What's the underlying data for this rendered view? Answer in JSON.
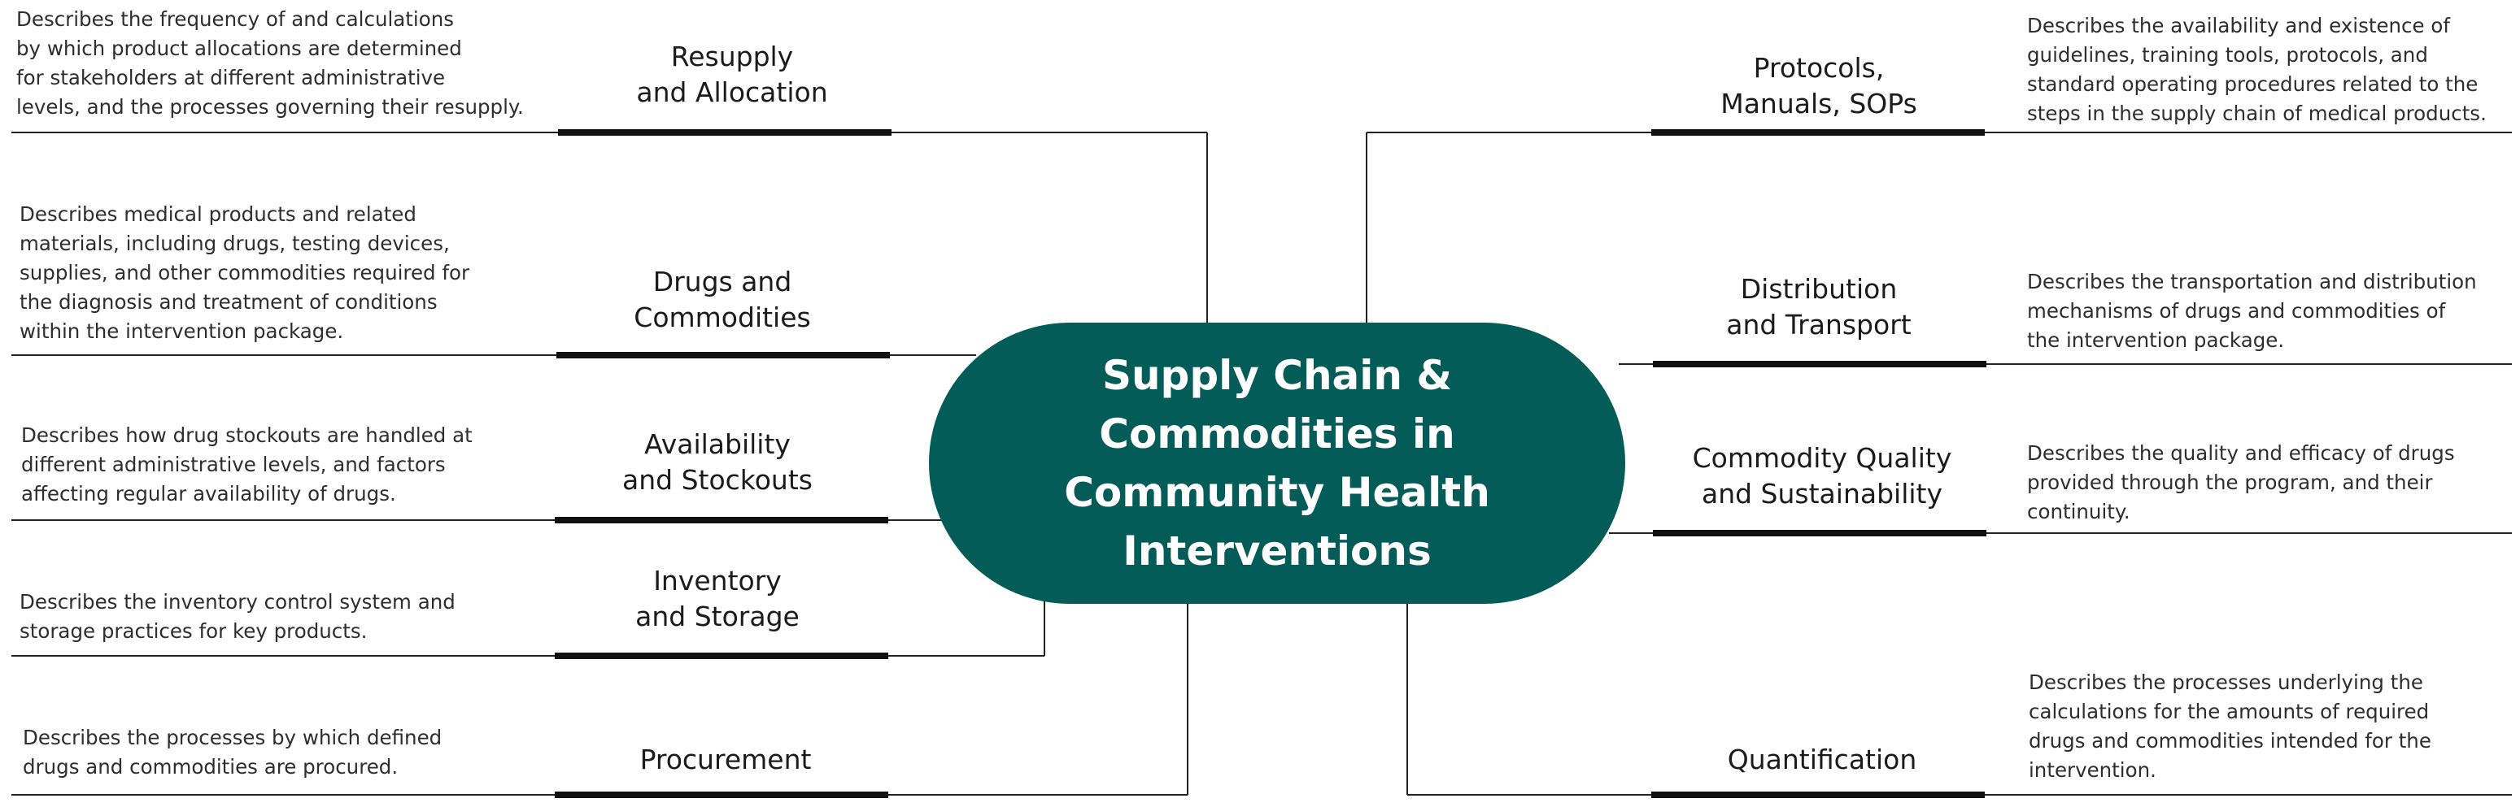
{
  "hub": {
    "title": "Supply Chain &\nCommodities in\nCommunity Health\nInterventions"
  },
  "left_items": [
    {
      "label": "Resupply\nand Allocation",
      "description": "Describes the frequency of and calculations\nby which product allocations are determined\nfor stakeholders at different administrative\nlevels, and the processes governing their resupply."
    },
    {
      "label": "Drugs and\nCommodities",
      "description": "Describes medical products and related\nmaterials, including drugs, testing devices,\nsupplies, and other commodities required for\nthe diagnosis and treatment of conditions\nwithin the intervention package."
    },
    {
      "label": "Availability\nand Stockouts",
      "description": "Describes how drug stockouts are handled at\ndifferent administrative levels, and factors\naffecting regular availability of drugs."
    },
    {
      "label": "Inventory\nand Storage",
      "description": "Describes the inventory control system and\nstorage practices for key products."
    },
    {
      "label": "Procurement",
      "description": "Describes the processes by which defined\ndrugs and commodities are procured."
    }
  ],
  "right_items": [
    {
      "label": "Protocols,\nManuals, SOPs",
      "description": "Describes the availability and existence of\nguidelines, training tools, protocols, and\nstandard operating procedures related to the\nsteps in the supply chain of medical products."
    },
    {
      "label": "Distribution\nand Transport",
      "description": "Describes the transportation and distribution\nmechanisms of drugs and commodities of\nthe intervention package."
    },
    {
      "label": "Commodity Quality\nand Sustainability",
      "description": "Describes the quality and efficacy of drugs\nprovided through the program, and their\ncontinuity."
    },
    {
      "label": "Quantification",
      "description": "Describes the processes underlying the\ncalculations for the amounts of required\ndrugs and commodities intended for the\nintervention."
    }
  ],
  "colors": {
    "hub_fill": "#045c59",
    "hub_text": "#ffffff",
    "line": "#222222",
    "underline_bar": "#111111"
  }
}
